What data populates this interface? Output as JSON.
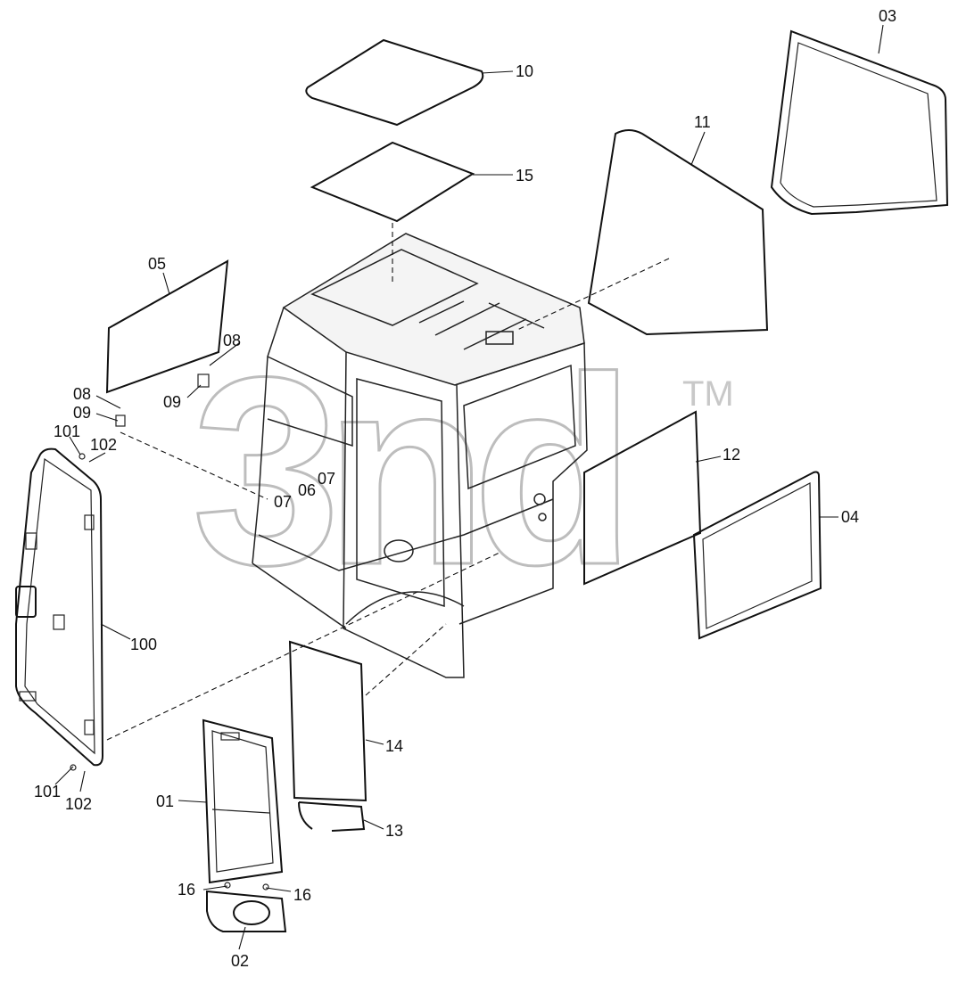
{
  "diagram": {
    "watermark": "3nd",
    "trademark": "TM",
    "callouts": [
      {
        "id": "03",
        "text": "03"
      },
      {
        "id": "10",
        "text": "10"
      },
      {
        "id": "11",
        "text": "11"
      },
      {
        "id": "15",
        "text": "15"
      },
      {
        "id": "05",
        "text": "05"
      },
      {
        "id": "08a",
        "text": "08"
      },
      {
        "id": "09a",
        "text": "09"
      },
      {
        "id": "08b",
        "text": "08"
      },
      {
        "id": "09b",
        "text": "09"
      },
      {
        "id": "101a",
        "text": "101"
      },
      {
        "id": "102a",
        "text": "102"
      },
      {
        "id": "12",
        "text": "12"
      },
      {
        "id": "07a",
        "text": "07"
      },
      {
        "id": "06",
        "text": "06"
      },
      {
        "id": "07b",
        "text": "07"
      },
      {
        "id": "04",
        "text": "04"
      },
      {
        "id": "100",
        "text": "100"
      },
      {
        "id": "14",
        "text": "14"
      },
      {
        "id": "101b",
        "text": "101"
      },
      {
        "id": "102b",
        "text": "102"
      },
      {
        "id": "01",
        "text": "01"
      },
      {
        "id": "13",
        "text": "13"
      },
      {
        "id": "16a",
        "text": "16"
      },
      {
        "id": "16b",
        "text": "16"
      },
      {
        "id": "02",
        "text": "02"
      }
    ]
  }
}
